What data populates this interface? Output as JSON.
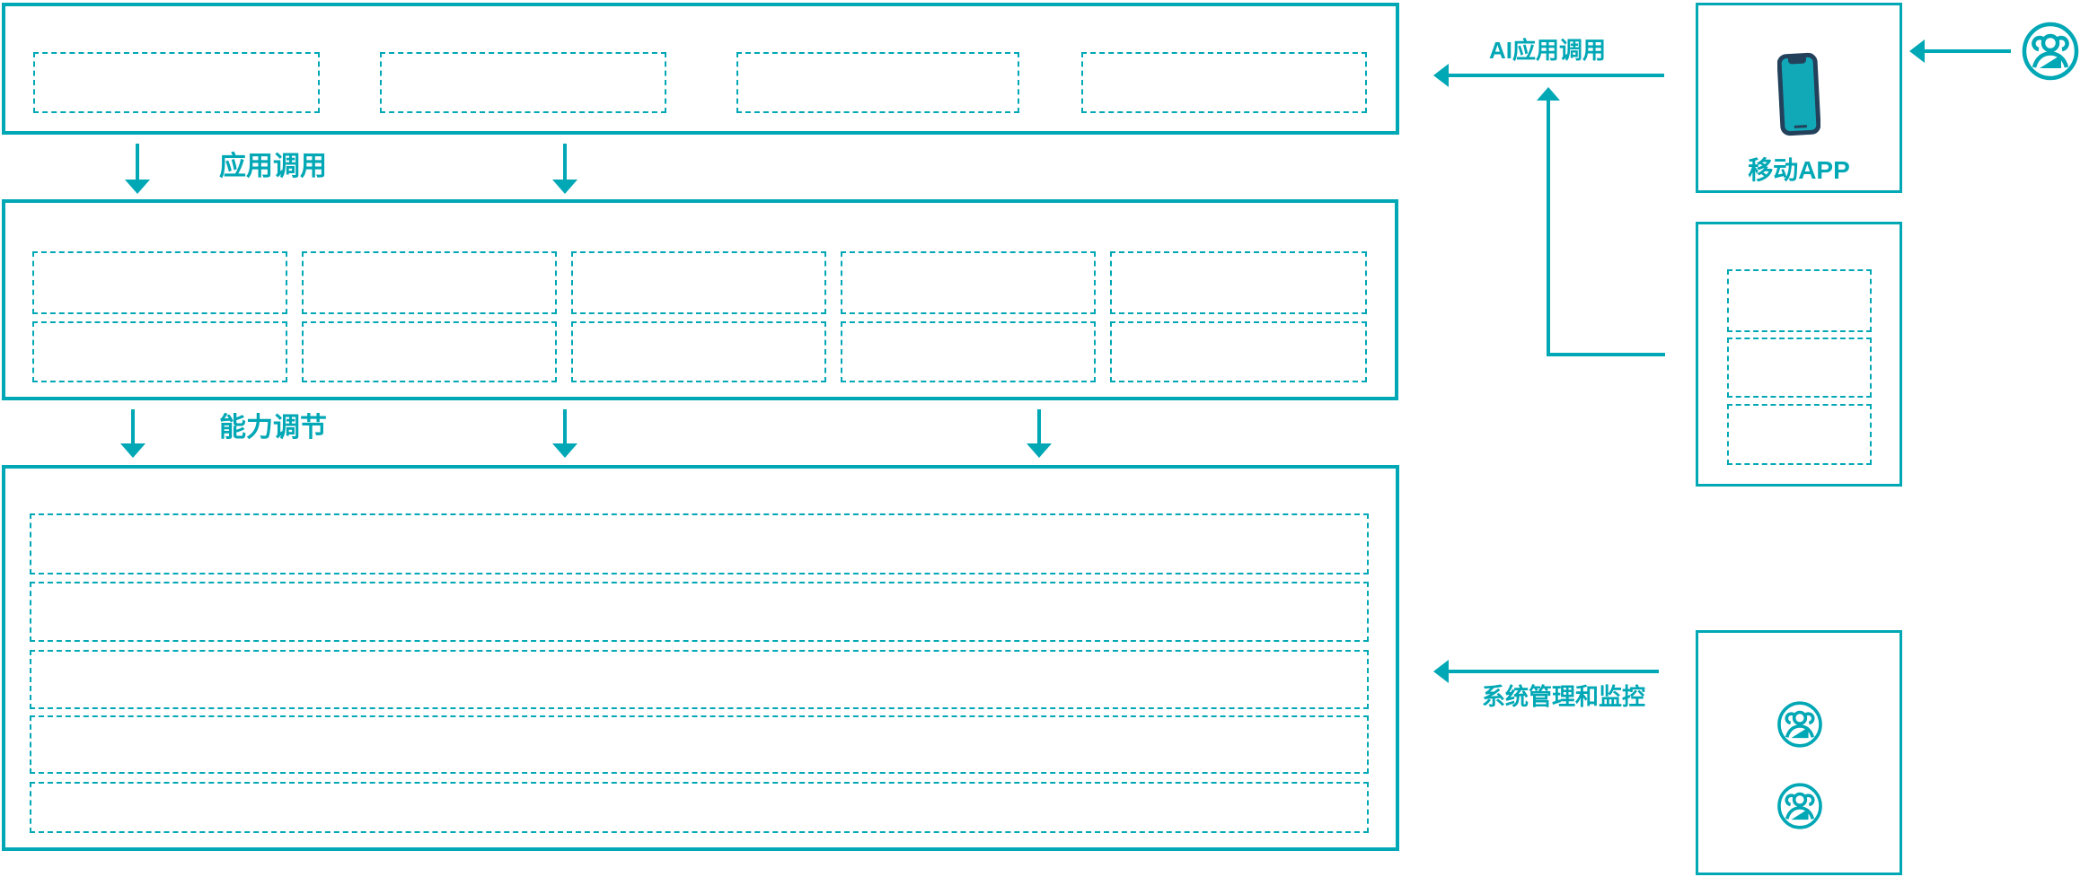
{
  "diagram": {
    "accent_color": "#00A7B5",
    "phone_fill_color": "#11A9B8",
    "phone_outline_color": "#24415B",
    "containers": {
      "top_application_layer": {
        "placeholder_count": 4
      },
      "middle_capability_layer": {
        "placeholder_rows": 2,
        "placeholder_cols": 5
      },
      "bottom_platform_layer": {
        "placeholder_rows": 5
      },
      "right_gateway_panel": {
        "placeholder_count": 3
      }
    },
    "arrows": {
      "app_call_label": "应用调用",
      "capability_label": "能力调节",
      "ai_app_call_label": "AI应用调用",
      "system_mgmt_label": "系统管理和监控"
    },
    "mobile": {
      "label": "移动APP",
      "icon": "smartphone-icon"
    },
    "actors": {
      "top_user_icon": "users-group-icon",
      "bottom_user_icons": [
        "users-group-icon",
        "users-group-icon"
      ]
    }
  }
}
